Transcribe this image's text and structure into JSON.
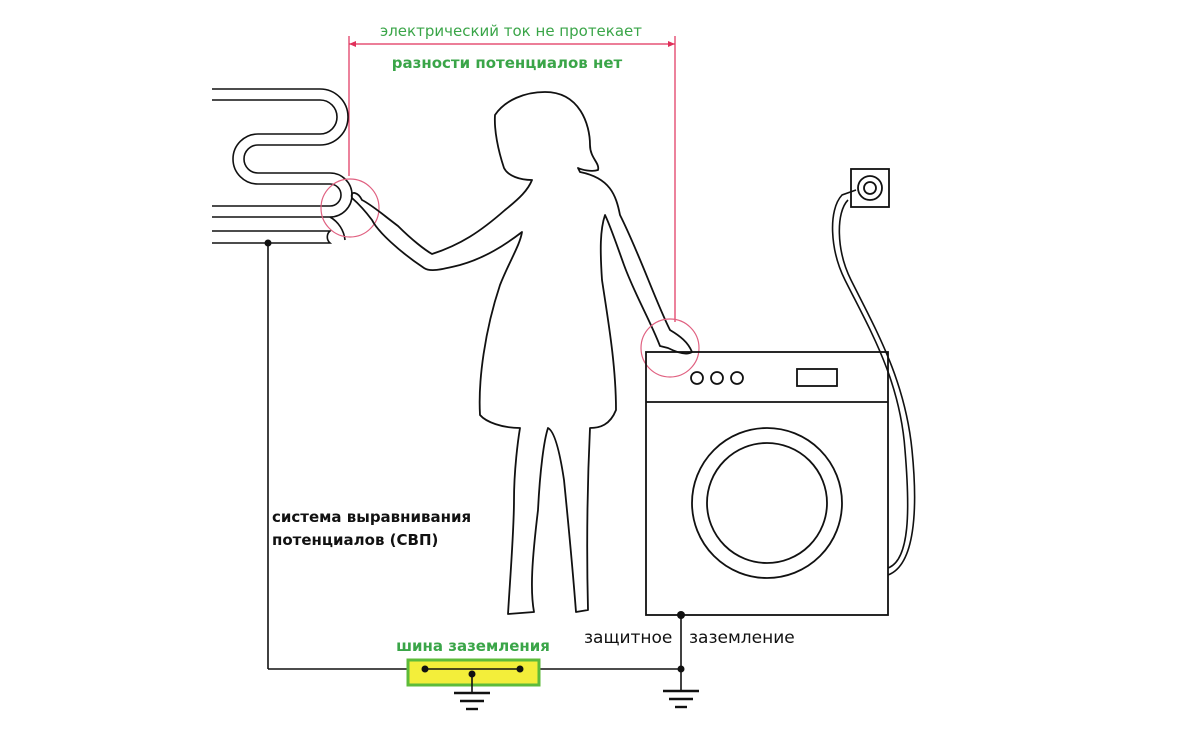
{
  "labels": {
    "no_current": "электрический ток не протекает",
    "no_potential_diff": "разности потенциалов нет",
    "eps_line1": "система выравнивания",
    "eps_line2": "потенциалов (СВП)",
    "ground_bus": "шина заземления",
    "protective": "защитное",
    "grounding": "заземление"
  },
  "colors": {
    "annotation": "#3aa548",
    "measure_line": "#e0305a",
    "bus_fill": "#f3ee3a",
    "bus_border": "#5dbb3a",
    "line": "#111111"
  },
  "icons": [
    "towel-rail-icon",
    "woman-silhouette-icon",
    "washing-machine-icon",
    "wall-socket-icon",
    "ground-symbol-icon"
  ]
}
